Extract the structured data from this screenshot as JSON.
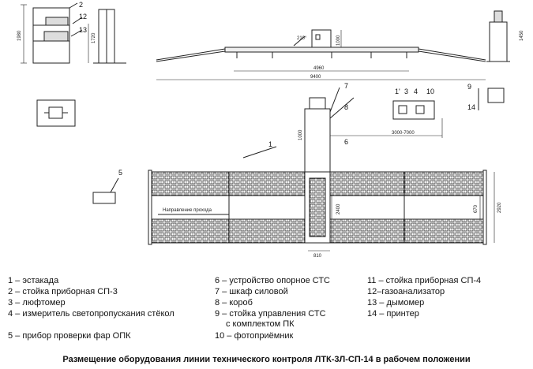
{
  "dimensions": {
    "stand_height_total": "1980",
    "stand_height_mid": "1720",
    "angle_label": "210°",
    "cabinet_height": "1000",
    "platform_length": "4960",
    "total_length": "9400",
    "printer_height": "1450",
    "box_height": "1000",
    "distance_range": "3000-7000",
    "track_inner": "2400",
    "track_gap": "670",
    "track_total": "2920",
    "box_width": "810"
  },
  "callouts": {
    "c1": "1",
    "c2": "2",
    "c5": "5",
    "c7": "7",
    "c8": "8",
    "c6": "6",
    "c9": "9",
    "c12": "12",
    "c13": "13",
    "c14": "14",
    "c1p": "1'",
    "c3": "3",
    "c4": "4",
    "c10": "10"
  },
  "direction_label": "Направление прохода",
  "legend": {
    "col1": [
      "1 – эстакада",
      "2 – стойка приборная СП-3",
      "3 – люфтомер",
      "4 – измеритель светопропускания стёкол",
      "5 – прибор проверки фар ОПК"
    ],
    "col2": [
      "6 – устройство опорное СТС",
      "7 – шкаф силовой",
      "8 – короб",
      "9 – стойка управления СТС",
      "с комплектом ПК",
      "10 – фотоприёмник"
    ],
    "col3": [
      "11 – стойка приборная СП-4",
      "12–газоанализатор",
      "13 – дымомер",
      "14 – принтер"
    ]
  },
  "caption": "Размещение оборудования линии технического контроля ЛТК-3Л-СП-14 в рабочем положении"
}
